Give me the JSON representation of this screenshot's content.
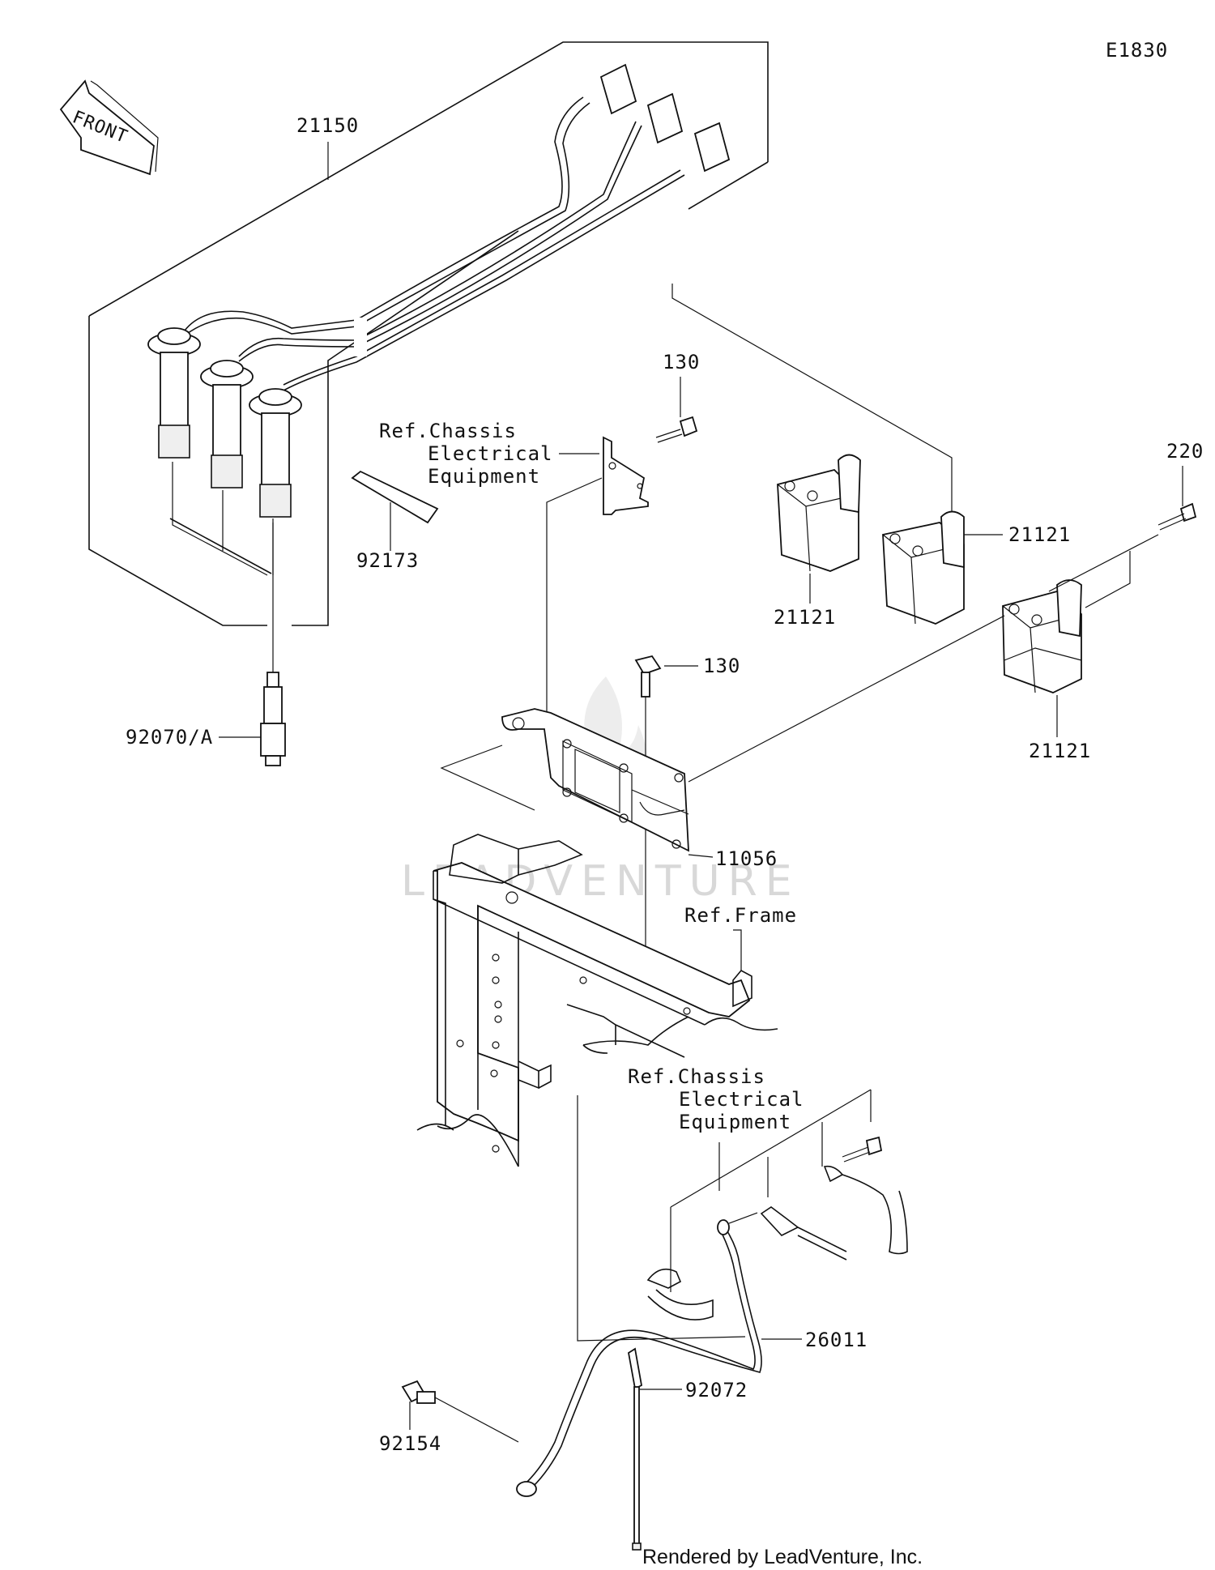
{
  "diagram_code": "E1830",
  "front_label": "FRONT",
  "watermark": "LEADVENTURE",
  "credit": "Rendered by LeadVenture, Inc.",
  "labels": {
    "p21150": "21150",
    "p130_top": "130",
    "ref_chassis_top_1": "Ref.Chassis",
    "ref_chassis_top_2": "Electrical",
    "ref_chassis_top_3": "Equipment",
    "p92173": "92173",
    "p220": "220",
    "p21121_right": "21121",
    "p21121_mid": "21121",
    "p21121_low": "21121",
    "p130_mid": "130",
    "p92070a": "92070/A",
    "p11056": "11056",
    "ref_frame": "Ref.Frame",
    "ref_chassis_bot_1": "Ref.Chassis",
    "ref_chassis_bot_2": "Electrical",
    "ref_chassis_bot_3": "Equipment",
    "p26011": "26011",
    "p92072": "92072",
    "p92154": "92154"
  }
}
